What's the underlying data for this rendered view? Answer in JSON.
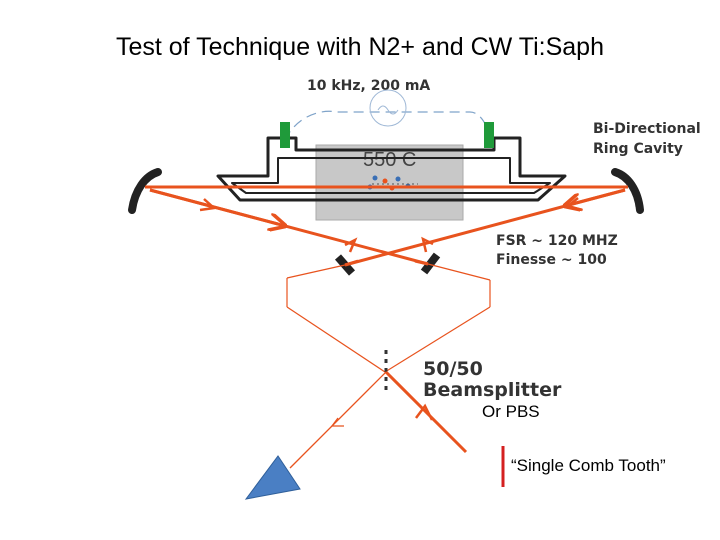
{
  "title": "Test of Technique with N2+ and CW Ti:Saph",
  "labels": {
    "discharge": "10 kHz, 200 mA",
    "cavity_type_line1": "Bi-Directional",
    "cavity_type_line2": "Ring Cavity",
    "cell_temp": "550 C",
    "fsr": "FSR ~ 120 MHZ",
    "finesse": "Finesse ~ 100",
    "splitter_line1": "50/50",
    "splitter_line2": "Beamsplitter",
    "splitter_alt": "Or PBS",
    "comb": "“Single Comb Tooth”"
  },
  "colors": {
    "beam": "#e8531e",
    "mirror": "#222222",
    "electrode": "#1f9a3a",
    "cell": "#c8c8c8",
    "prism": "#4a7fc4",
    "comb_marker": "#d42020",
    "discharge_line": "#7fa3c9"
  }
}
